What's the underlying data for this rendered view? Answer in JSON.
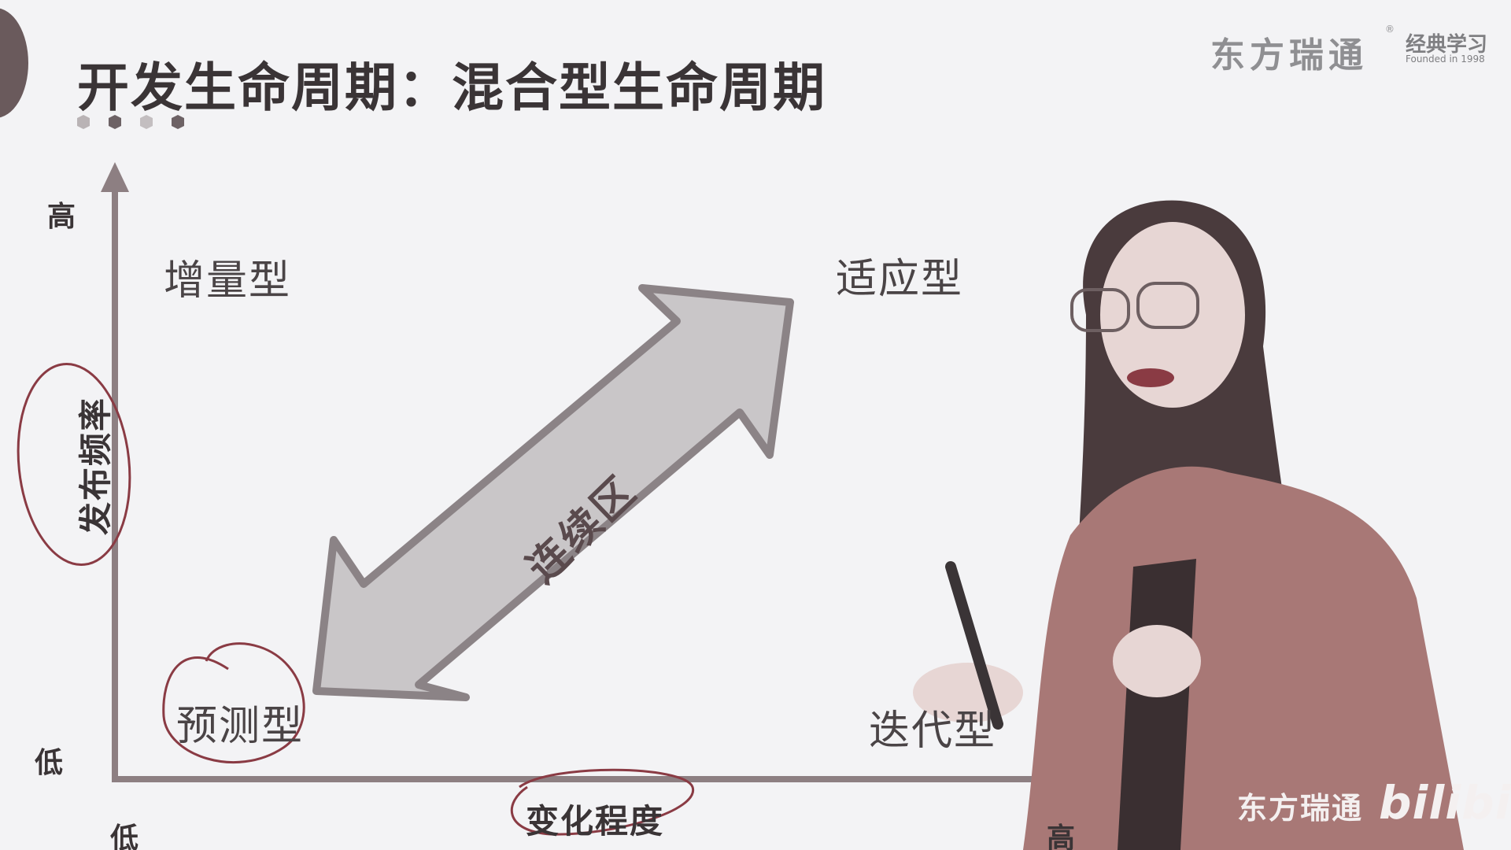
{
  "slide": {
    "title": "开发生命周期：混合型生命周期",
    "brand": "东方瑞通",
    "brand_reg": "®",
    "logo_text": "经典学习",
    "logo_subtext": "Founded in 1998"
  },
  "diagram": {
    "y_axis": {
      "label": "发布频率",
      "high": "高",
      "low": "低"
    },
    "x_axis": {
      "label": "变化程度",
      "low": "低",
      "high": "高"
    },
    "quadrants": {
      "top_left": "增量型",
      "top_right": "适应型",
      "bottom_left": "预测型",
      "bottom_right": "迭代型"
    },
    "arrow_label": "连续区",
    "colors": {
      "axis": "#8d7f82",
      "arrow_fill": "#c9c6c8",
      "arrow_stroke": "#8b8386",
      "annotation": "#8a3b44",
      "presenter_jacket": "#a87876"
    }
  },
  "overlay": {
    "watermark_cn": "东方瑞通",
    "watermark_bili": "bilibili"
  }
}
